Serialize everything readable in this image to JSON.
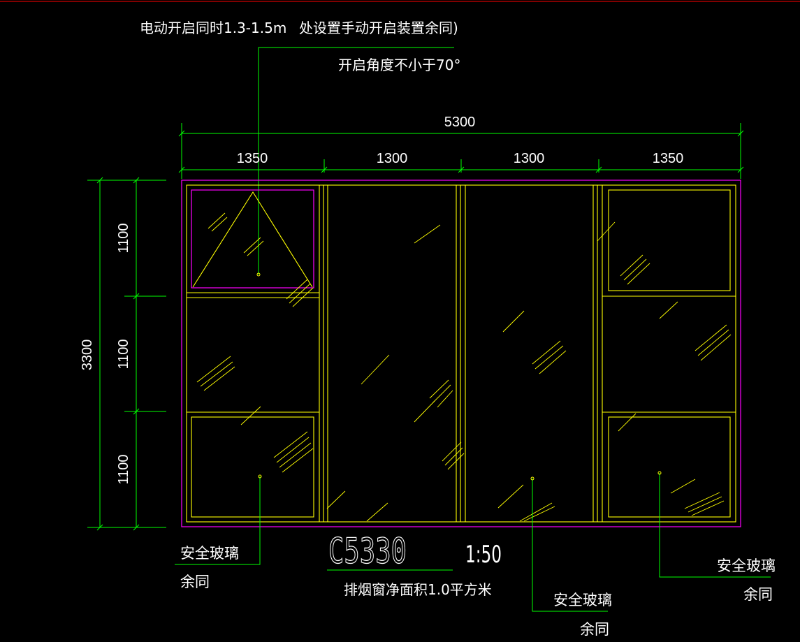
{
  "annotations": {
    "top_note_1": "电动开启同时1.3-1.5m",
    "top_note_2": "处设置手动开启装置余同)",
    "top_note_3": "开启角度不小于70°"
  },
  "dimensions": {
    "total_width": "5300",
    "seg_1": "1350",
    "seg_2": "1300",
    "seg_3": "1300",
    "seg_4": "1350",
    "total_height": "3300",
    "row_1": "1100",
    "row_2": "1100",
    "row_3": "1100"
  },
  "title": {
    "code": "C5330",
    "scale": "1:50",
    "note": "排烟窗净面积1.0平方米"
  },
  "labels": {
    "glass_left": "安全玻璃",
    "same_left": "余同",
    "glass_mid": "安全玻璃",
    "same_mid": "余同",
    "glass_right": "安全玻璃",
    "same_right": "余同"
  },
  "colors": {
    "background": "#000000",
    "frame": "#ff00ff",
    "sash": "#ffff00",
    "dimension": "#00ff00",
    "text": "#ffffff"
  }
}
